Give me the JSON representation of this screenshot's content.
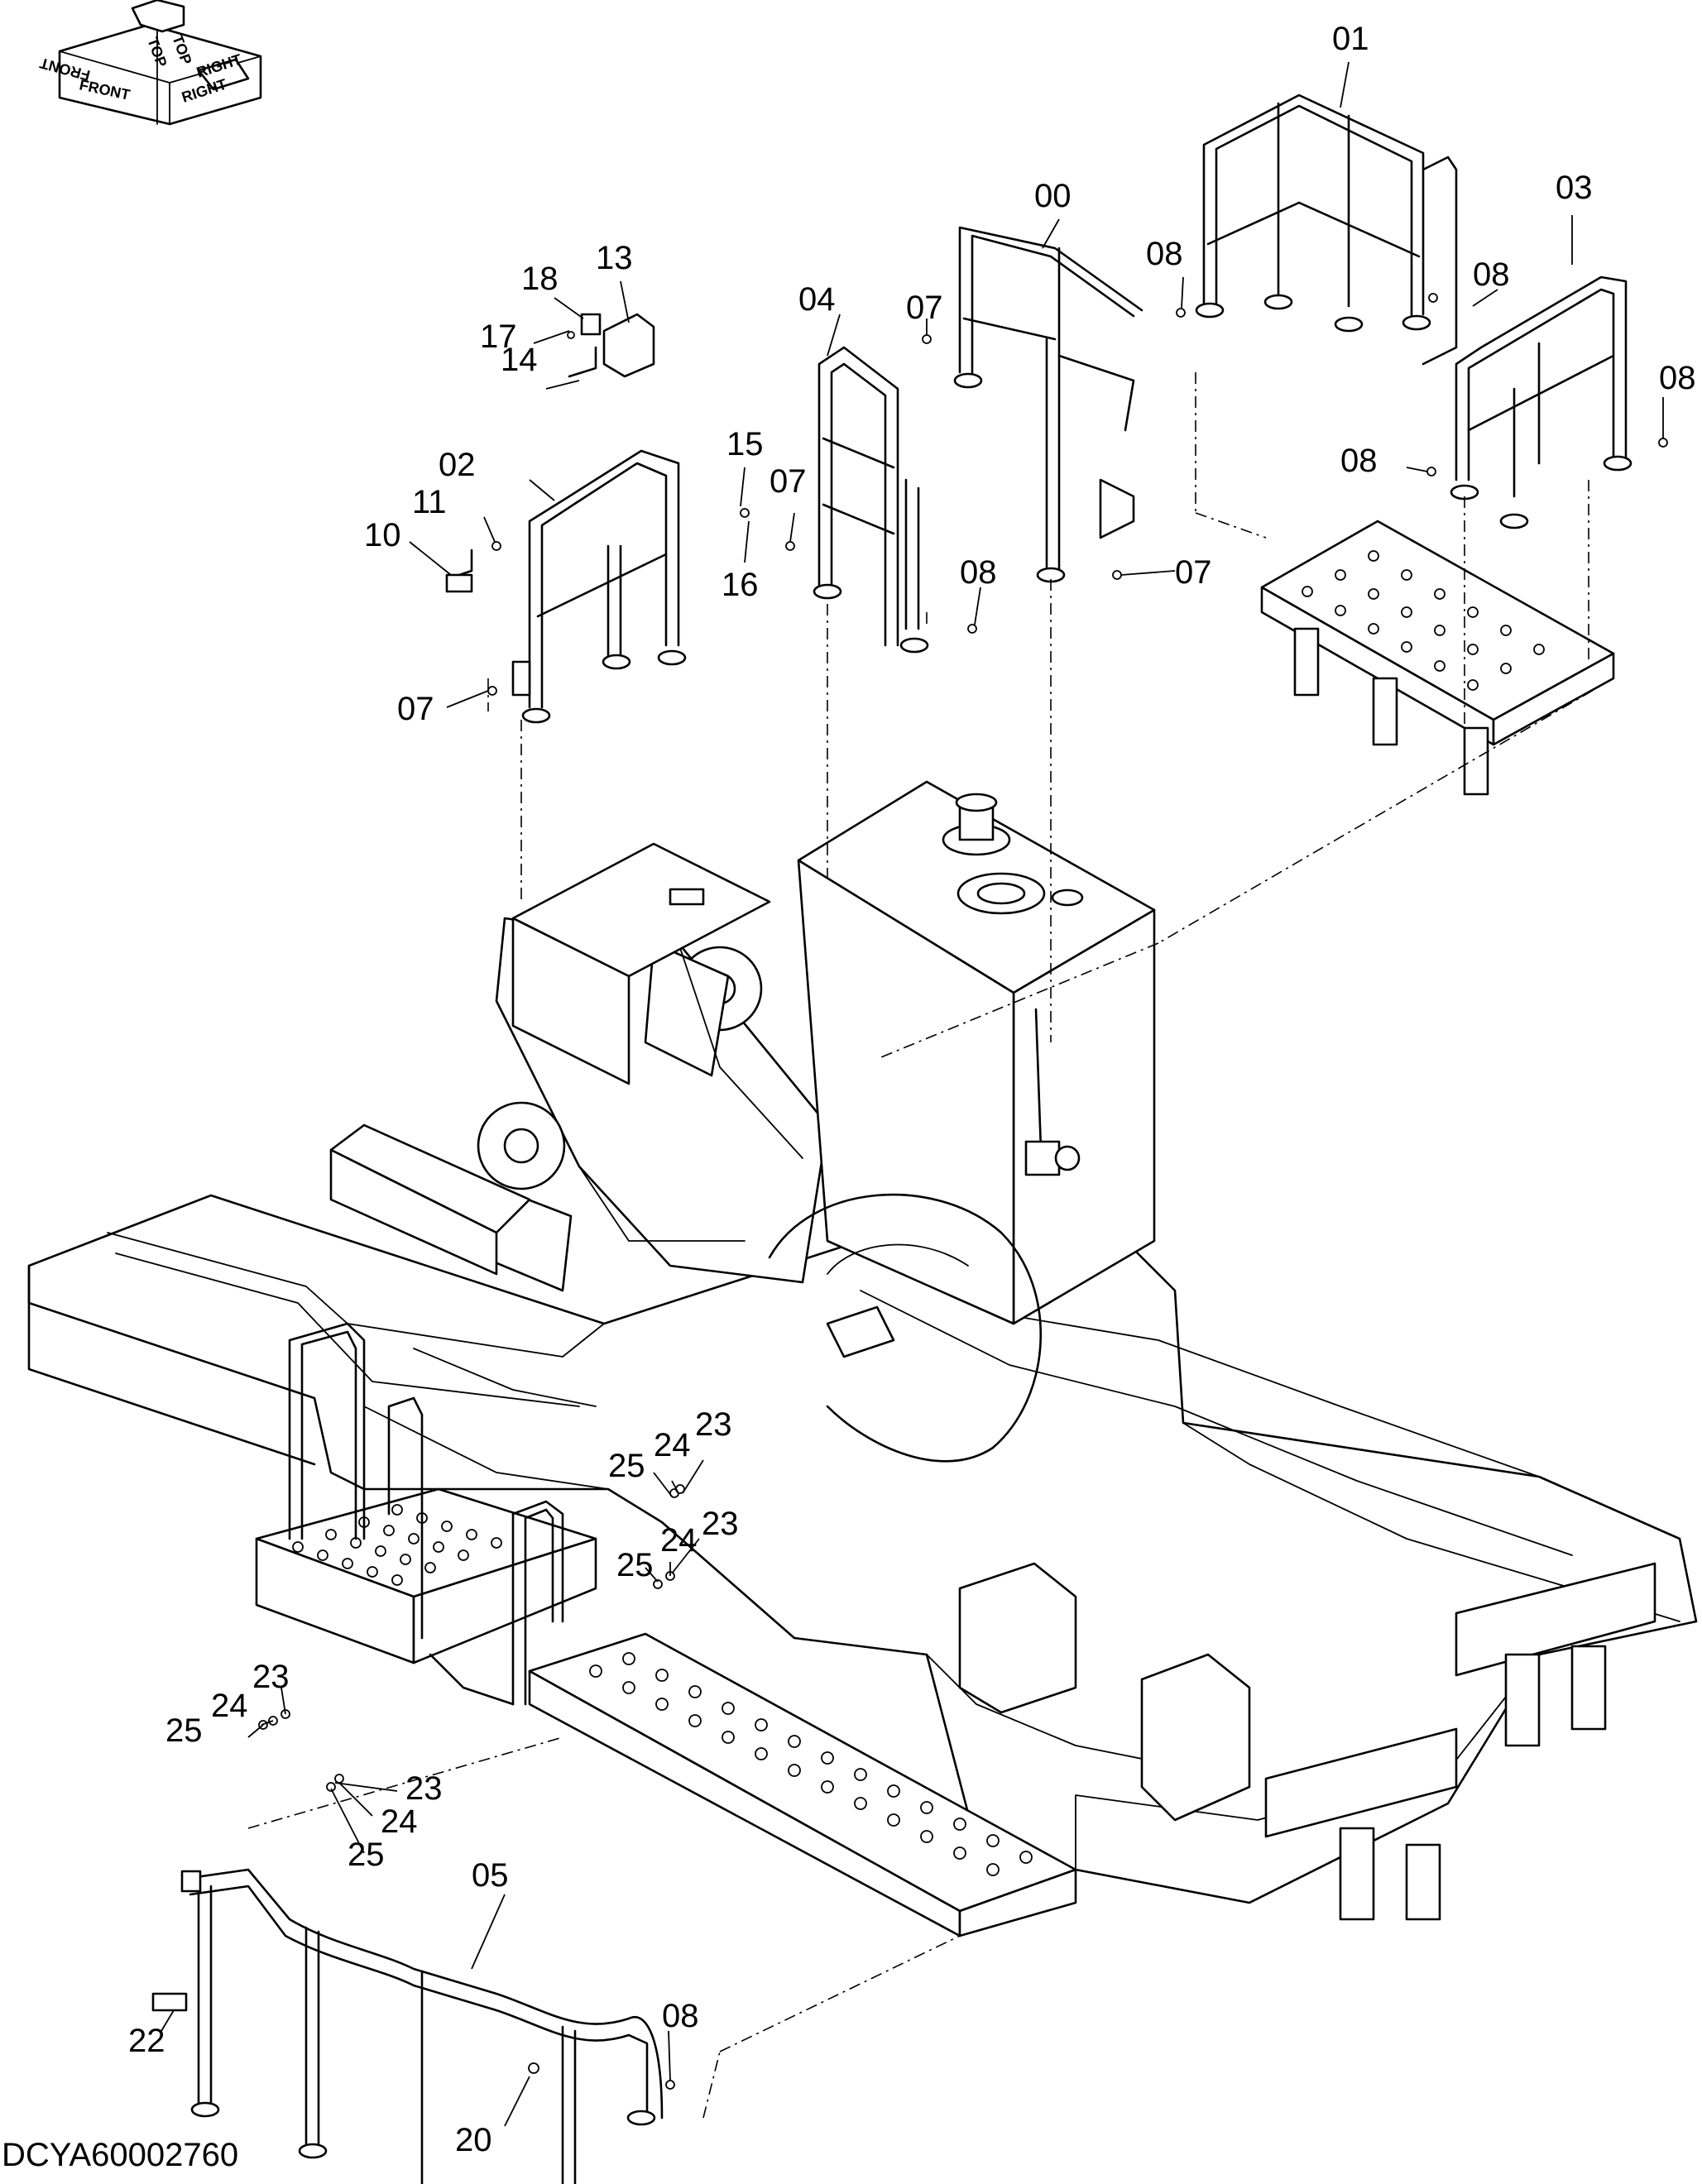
{
  "orientation": {
    "front": "FRONT",
    "top": "TOP",
    "right": "RIGHT",
    "front_mirrored": "FRONT",
    "top_mirrored": "TOP",
    "right_mirrored": "RIGHT"
  },
  "callouts": [
    "00",
    "01",
    "02",
    "03",
    "04",
    "05",
    "07",
    "08",
    "10",
    "11",
    "13",
    "14",
    "15",
    "16",
    "17",
    "18",
    "20",
    "22",
    "23",
    "24",
    "25"
  ],
  "drawing_id": "DCYA60002760"
}
